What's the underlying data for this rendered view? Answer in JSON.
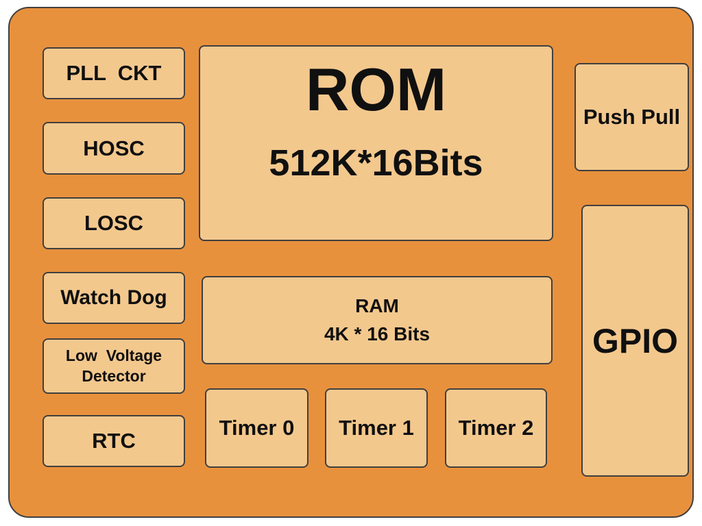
{
  "colors": {
    "page_bg": "#FFFFFF",
    "chip_bg": "#E8913D",
    "block_bg": "#F3C88D",
    "border": "#3F3F3F",
    "text": "#101010"
  },
  "left_column": [
    {
      "label": "PLL  CKT"
    },
    {
      "label": "HOSC"
    },
    {
      "label": "LOSC"
    },
    {
      "label": "Watch Dog"
    },
    {
      "line1": "Low  Voltage",
      "line2": "Detector"
    },
    {
      "label": "RTC"
    }
  ],
  "rom": {
    "name": "ROM",
    "capacity": "512K*16Bits"
  },
  "ram": {
    "name": "RAM",
    "capacity": "4K * 16 Bits"
  },
  "timers": [
    {
      "label": "Timer 0"
    },
    {
      "label": "Timer 1"
    },
    {
      "label": "Timer 2"
    }
  ],
  "right_column": {
    "push_pull": "Push Pull",
    "gpio": "GPIO"
  }
}
